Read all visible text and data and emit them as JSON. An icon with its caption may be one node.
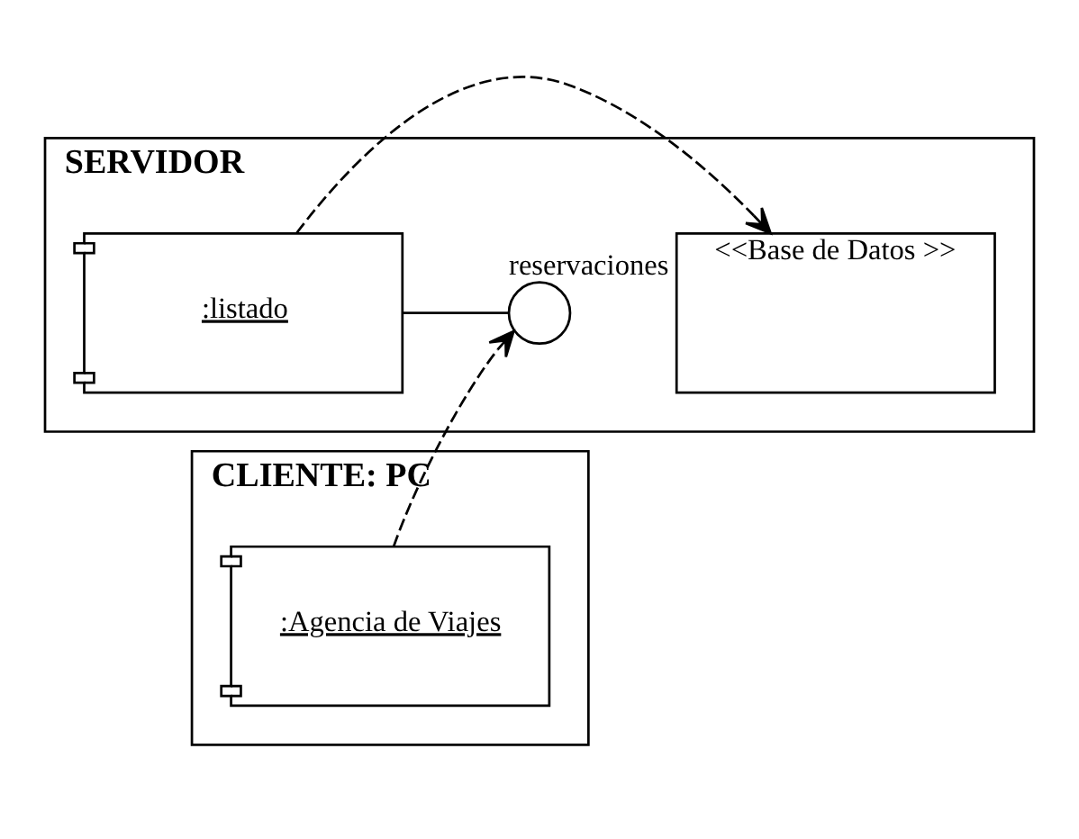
{
  "diagram": {
    "nodes": [
      {
        "text": [
          "SERVIDOR"
        ]
      },
      {
        "text": [
          ":listado"
        ],
        "in": 0
      },
      {
        "text": [
          "<<Base de Datos >>"
        ],
        "in": 0
      },
      {
        "text": [],
        "shape": "circle",
        "in": 0,
        "beside": [
          "reservaciones"
        ]
      },
      {
        "text": [
          "CLIENTE: PC"
        ]
      },
      {
        "text": [
          ":Agencia de Viajes"
        ],
        "in": 4
      }
    ],
    "edges": [
      {
        "from": 1,
        "to": 2,
        "arrow": "to",
        "style": "dashed"
      },
      {
        "from": 1,
        "to": 3,
        "arrow": "none"
      },
      {
        "from": 5,
        "to": 3,
        "arrow": "to",
        "style": "dashed"
      }
    ]
  }
}
